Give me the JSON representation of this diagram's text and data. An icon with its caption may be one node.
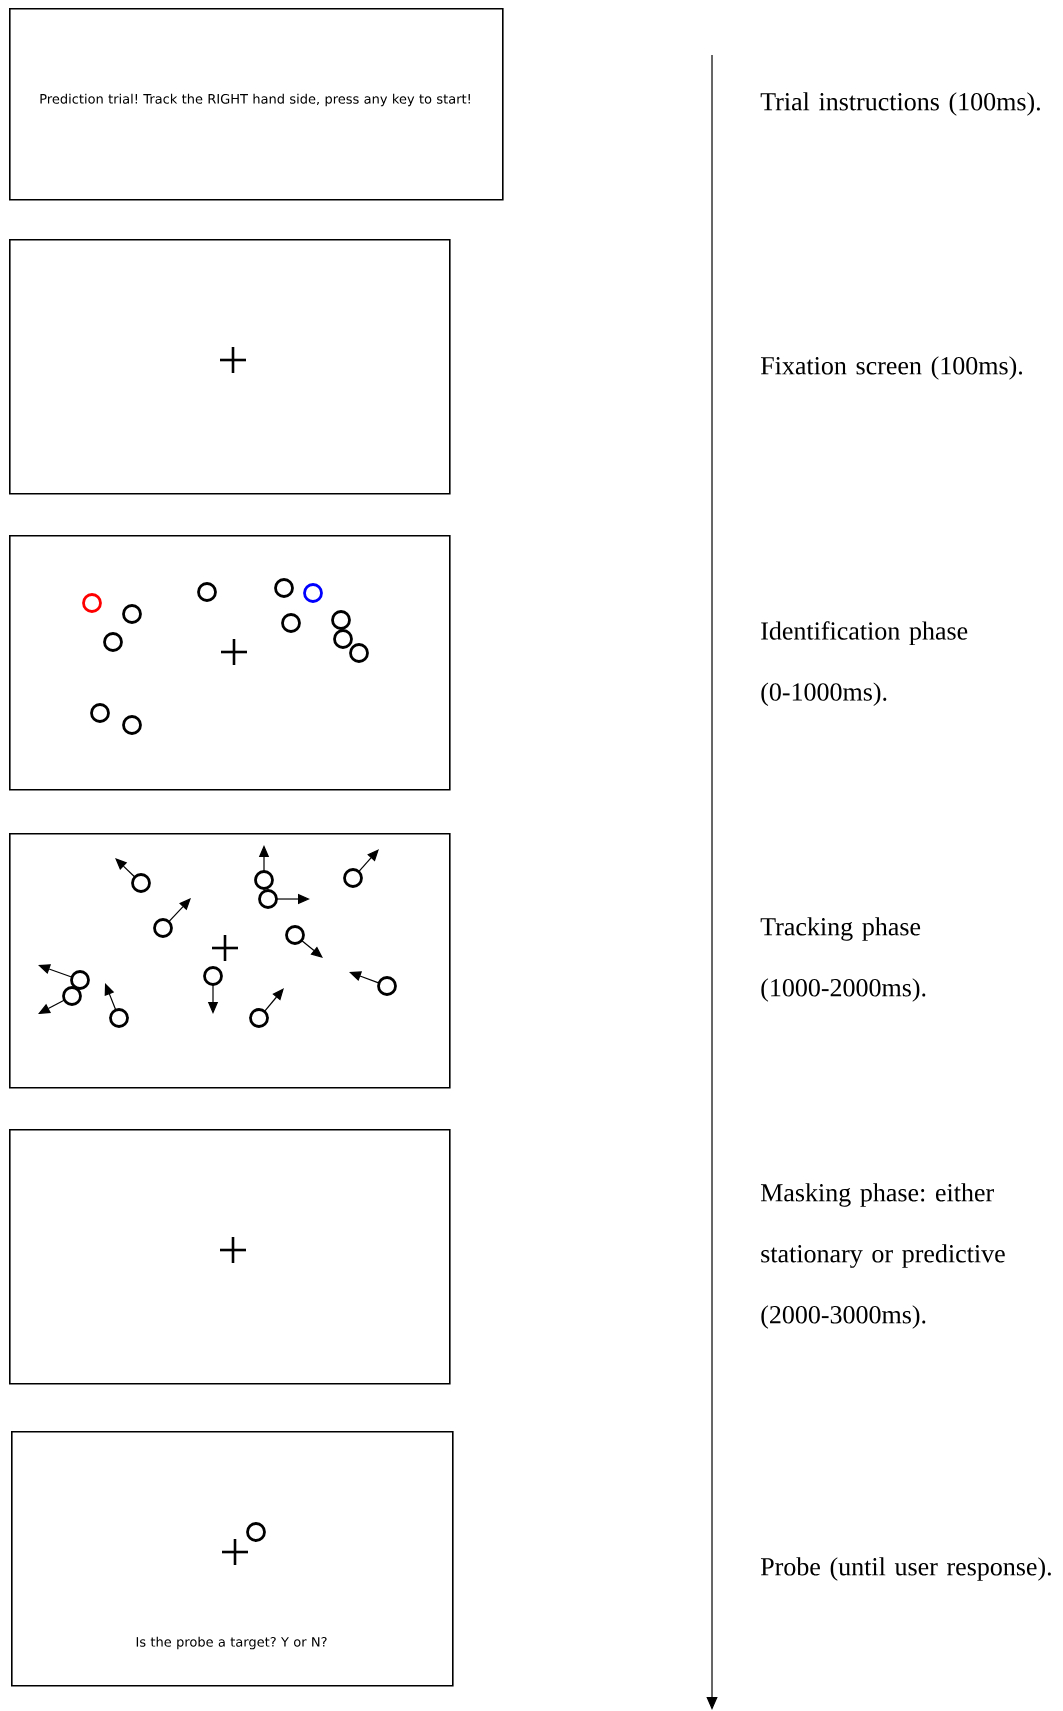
{
  "diagram": {
    "nodes": [
      {
        "text": [
          "Prediction trial! Track the RIGHT hand side, press any key to start!"
        ]
      },
      {
        "text": [],
        "shape": "box"
      },
      {
        "text": [],
        "shape": "box"
      },
      {
        "text": [],
        "shape": "box"
      },
      {
        "text": [],
        "shape": "box"
      },
      {
        "text": [
          "Is the probe a target? Y or N?"
        ]
      }
    ],
    "labels": [
      "Trial instructions (100ms).",
      "Fixation screen (100ms).",
      "Identification phase (0-1000ms).",
      "Tracking phase (1000-2000ms).",
      "Masking phase: either stationary or predictive (2000-3000ms).",
      "Probe (until user response)."
    ]
  }
}
